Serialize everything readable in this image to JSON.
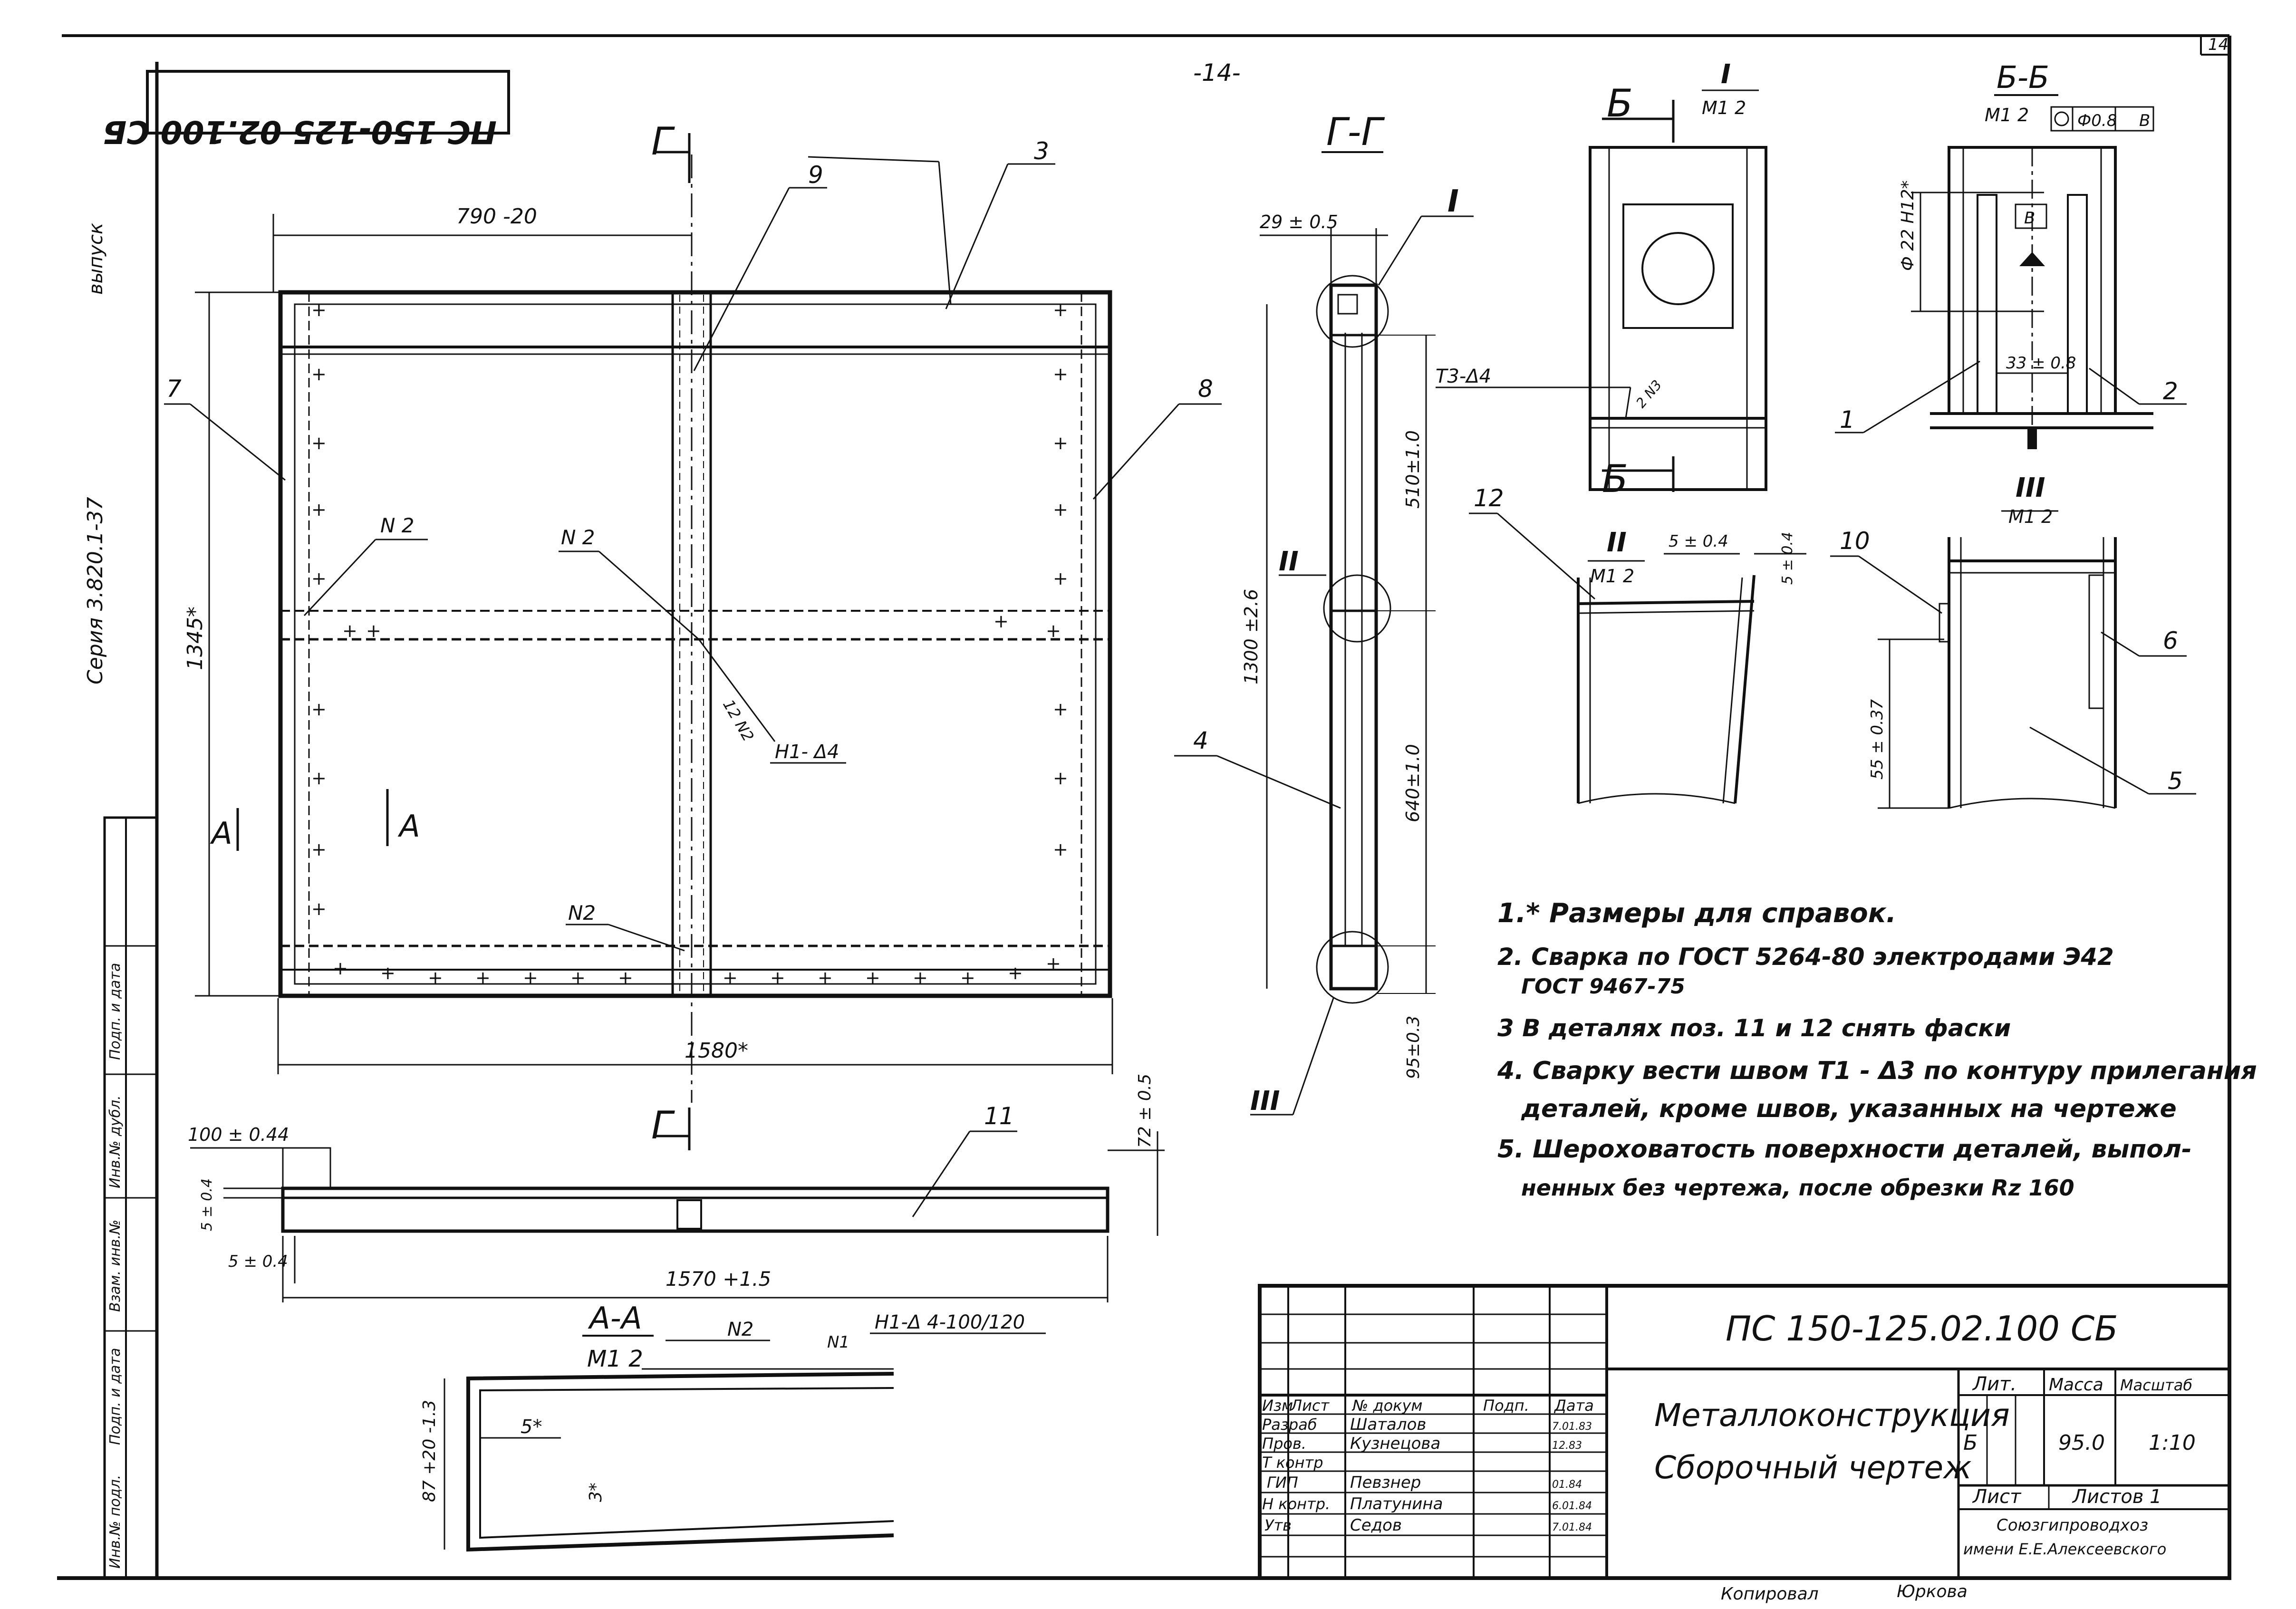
{
  "page_number_top": "-14-",
  "sheet_number_corner": "14",
  "designation_rotated": "ПС 150-125 02.100 СБ",
  "left_margin_vertical": {
    "series": "Серия  3.820.1-37",
    "issue": "выпуск",
    "stamp_columns": [
      "Инв.№ подл.",
      "Подп. и дата",
      "Взам. инв.№",
      "Инв.№ дубл.",
      "Подп. и дата"
    ]
  },
  "main_view": {
    "section_marks": {
      "g_top": "Г",
      "g_bottom": "Г",
      "a_left": "А",
      "a_right": "А"
    },
    "dims": {
      "top_width": "790 -20",
      "height": "1345*",
      "overall_width": "1580*"
    },
    "callouts": {
      "c3": "3",
      "c7": "7",
      "c8": "8",
      "c9": "9",
      "n2_left": "N 2",
      "n2_mid": "N 2",
      "n2_bottom": "N2",
      "weld_12n2": "12 N2",
      "weld_h1": "H1- Δ4"
    }
  },
  "section_gg": {
    "title": "Г-Г",
    "dims": {
      "d29": "29 ± 0.5",
      "d510": "510±1.0",
      "d1300": "1300 ±2.6",
      "d640": "640±1.0",
      "d95": "95±0.3"
    },
    "callouts": {
      "c4": "4",
      "roman1": "I",
      "roman2": "II",
      "roman3": "III"
    }
  },
  "bottom_view": {
    "section_mark": "Г",
    "dims": {
      "d100": "100 ± 0.44",
      "d72": "72 ± 0.5",
      "d5a": "5 ± 0.4",
      "d5b": "5 ± 0.4",
      "d1570": "1570 +1.5"
    },
    "callouts": {
      "c11": "11"
    }
  },
  "section_aa": {
    "title": "А-А",
    "scale": "М1 2",
    "dims": {
      "d87": "87 +20 -1.3",
      "d5": "5*",
      "d3": "3*"
    },
    "callouts": {
      "n2": "N2",
      "n1": "N1",
      "weld": "H1-Δ 4-100/120"
    }
  },
  "detail_b": {
    "mark_top": "Б",
    "mark_bottom": "Б",
    "roman": "I",
    "scale": "М1 2",
    "weld": "Т3-Δ4",
    "weld_n3": "2 N3"
  },
  "section_bb": {
    "title": "Б-Б",
    "scale": "М1 2",
    "tolerance": "Ф0.8",
    "datum": "В",
    "diameter": "Ф 22 H12*",
    "dim33": "33 ± 0.8",
    "callouts": {
      "c1": "1",
      "c2": "2"
    }
  },
  "detail_ii": {
    "roman": "II",
    "scale": "М1 2",
    "d5a": "5 ± 0.4",
    "d5b": "5 ± 0.4",
    "callouts": {
      "c12": "12"
    }
  },
  "detail_iii": {
    "roman": "III",
    "scale": "М1 2",
    "d55": "55 ± 0.37",
    "callouts": {
      "c10": "10",
      "c6": "6",
      "c5": "5"
    }
  },
  "notes": [
    "1.* Размеры  для  справок.",
    "2. Сварка  по  ГОСТ 5264-80  электродами Э42",
    "ГОСТ 9467-75",
    "3  В деталях  поз. 11 и 12  снять  фаски",
    "4. Сварку  вести  швом Т1 - Δ3  по контуру  прилегания",
    "деталей, кроме  швов, указанных  на  чертеже",
    "5. Шероховатость  поверхности  деталей, выпол-",
    "ненных  без  чертежа,  после  обрезки  Rz 160"
  ],
  "title_block": {
    "designation": "ПС 150-125.02.100 СБ",
    "name_line1": "Металлоконструкция",
    "name_line2": "Сборочный  чертеж",
    "headers": {
      "izm": "Изм",
      "list": "Лист",
      "doc": "№ докум",
      "sign": "Подп.",
      "date": "Дата"
    },
    "roles": [
      {
        "role": "Разраб",
        "name": "Шаталов",
        "date": "7.01.83"
      },
      {
        "role": "Пров.",
        "name": "Кузнецова",
        "date": "12.83"
      },
      {
        "role": "Т контр",
        "name": "",
        "date": ""
      },
      {
        "role": "ГИП",
        "name": "Певзнер",
        "date": "01.84"
      },
      {
        "role": "Н контр.",
        "name": "Платунина",
        "date": "6.01.84"
      },
      {
        "role": "Утв",
        "name": "Седов",
        "date": "7.01.84"
      }
    ],
    "lit_label": "Лит.",
    "mass_label": "Масса",
    "scale_label": "Масштаб",
    "lit_value": "Б",
    "mass_value": "95.0",
    "scale_value": "1:10",
    "sheet_label": "Лист",
    "sheets_label": "Листов  1",
    "org_line1": "Союзгипроводхоз",
    "org_line2": "имени Е.Е.Алексеевского"
  },
  "footer": {
    "copied": "Копировал",
    "copier": "Юркова"
  }
}
